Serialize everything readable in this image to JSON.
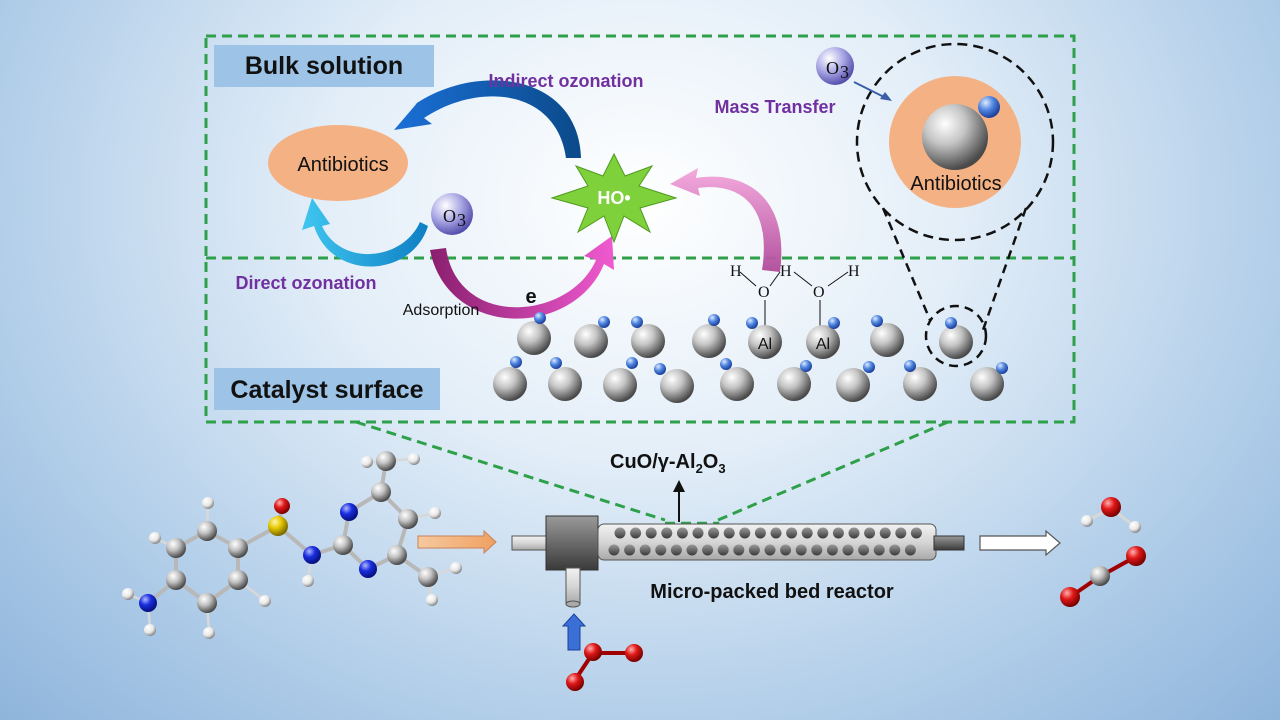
{
  "labels": {
    "bulk_solution": "Bulk solution",
    "catalyst_surface": "Catalyst surface",
    "indirect_ozonation": "Indirect ozonation",
    "direct_ozonation": "Direct ozonation",
    "mass_transfer": "Mass Transfer",
    "antibiotics": "Antibiotics",
    "antibiotics_2": "Antibiotics",
    "adsorption": "Adsorption",
    "electron": "e",
    "radical": "HO•",
    "ozone_base": "O",
    "ozone_sub": "3",
    "hydrogen": "H",
    "oxygen": "O",
    "aluminium": "Al",
    "catalyst_base": "CuO/γ-Al",
    "catalyst_sub1": "2",
    "catalyst_mid": "O",
    "catalyst_sub2": "3",
    "reactor": "Micro-packed bed reactor"
  },
  "colors": {
    "dashed_frame": "#2ea04a",
    "label_box": "#9dc3e6",
    "purple_text": "#7030a0",
    "antibiotic_fill": "#f4b183",
    "star_fill": "#7fd13b",
    "pink_arrow": "#e84fc0",
    "blue_arrow": "#1ba1e2",
    "oxygen_atom": "#e01818",
    "nitrogen_atom": "#1a2ee0",
    "sulfur_atom": "#e6c800",
    "carbon_atom": "#9a9a9a"
  }
}
